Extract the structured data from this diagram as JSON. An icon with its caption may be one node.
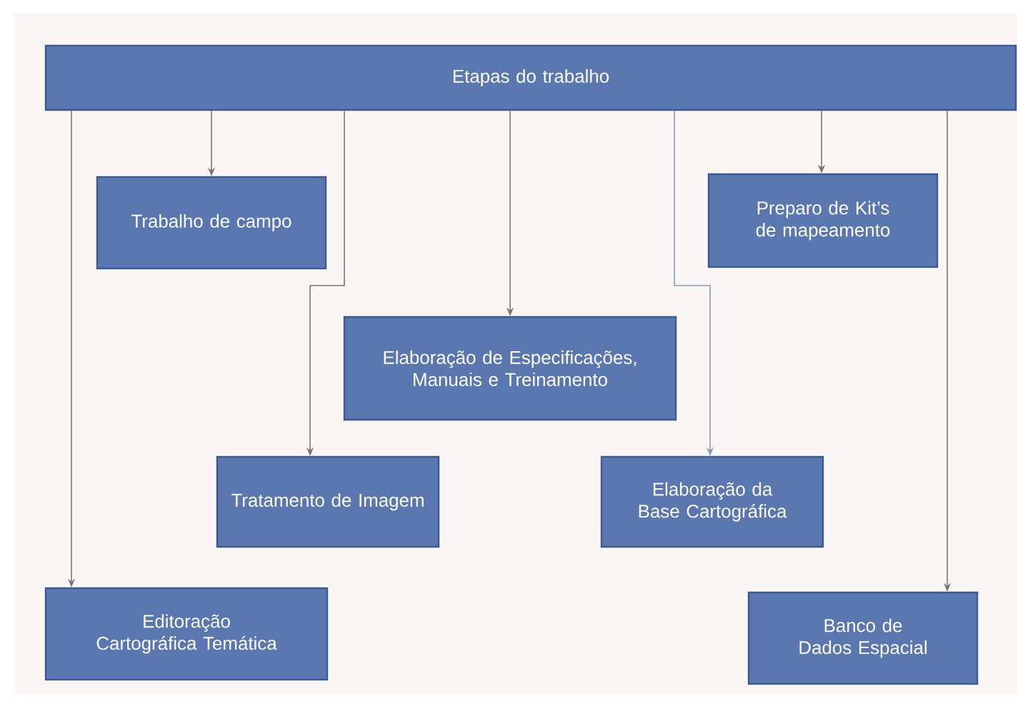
{
  "diagram": {
    "nodes": [
      {
        "text": [
          "Etapas do trabalho"
        ]
      },
      {
        "text": [
          "Trabalho de campo"
        ]
      },
      {
        "text": [
          "Preparo de Kit’s de mapeamento"
        ]
      },
      {
        "text": [
          "Elaboração de Especificações, Manuais e Treinamento"
        ]
      },
      {
        "text": [
          "Tratamento de Imagem"
        ]
      },
      {
        "text": [
          "Elaboração da Base Cartográfica"
        ]
      },
      {
        "text": [
          "Editoração Cartográfica Temática"
        ]
      },
      {
        "text": [
          "Banco de Dados Espacial"
        ]
      }
    ],
    "edges": [
      {
        "from": 0,
        "to": 6,
        "arrow": "to"
      },
      {
        "from": 0,
        "to": 1,
        "arrow": "to"
      },
      {
        "from": 0,
        "to": 4,
        "arrow": "to"
      },
      {
        "from": 0,
        "to": 3,
        "arrow": "to"
      },
      {
        "from": 0,
        "to": 5,
        "arrow": "to",
        "color": "#8799c4"
      },
      {
        "from": 0,
        "to": 2,
        "arrow": "to"
      },
      {
        "from": 0,
        "to": 7,
        "arrow": "to"
      }
    ]
  }
}
